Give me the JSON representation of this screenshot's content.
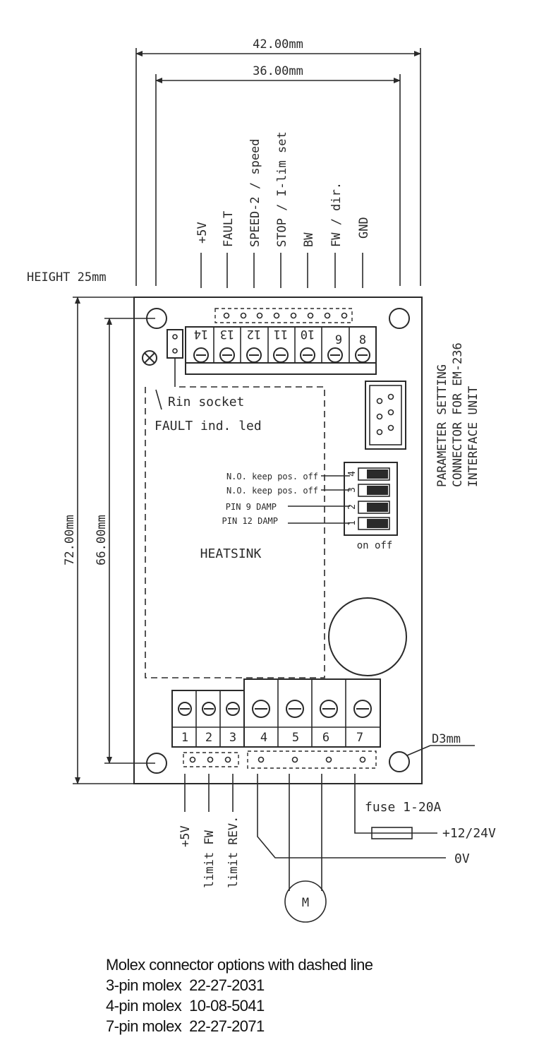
{
  "dimensions": {
    "width_outer": "42.00mm",
    "width_inner": "36.00mm",
    "height_outer": "72.00mm",
    "height_inner": "66.00mm",
    "board_height": "HEIGHT 25mm",
    "hole": "D3mm"
  },
  "top_pins": {
    "numbers": [
      "14",
      "13",
      "12",
      "11",
      "10",
      "9",
      "8"
    ],
    "labels": [
      "+5V",
      "FAULT",
      "SPEED-2 / speed",
      "STOP / I-lim set",
      "BW",
      "FW / dir.",
      "GND"
    ]
  },
  "bottom_pins": {
    "numbers": [
      "1",
      "2",
      "3",
      "4",
      "5",
      "6",
      "7"
    ],
    "labels": [
      "+5V",
      "limit FW",
      "limit REV."
    ]
  },
  "board_labels": {
    "rin": "Rin socket",
    "fault_led": "FAULT ind. led",
    "heatsink": "HEATSINK",
    "param_connector": [
      "PARAMETER SETTING",
      "CONNECTOR FOR EM-236",
      "INTERFACE UNIT"
    ]
  },
  "dip_switch": {
    "numbers": [
      "4",
      "3",
      "2",
      "1"
    ],
    "labels": [
      "N.O. keep pos. off",
      "N.O. keep pos. off",
      "PIN 9 DAMP",
      "PIN 12 DAMP"
    ],
    "state_label": "on off"
  },
  "power": {
    "fuse": "fuse 1-20A",
    "supply": "+12/24V",
    "ground": "0V",
    "motor": "M"
  },
  "notes": [
    "Molex connector options with dashed line",
    "3-pin molex  22-27-2031",
    "4-pin molex  10-08-5041",
    "7-pin molex  22-27-2071"
  ],
  "colors": {
    "ink": "#2a2a2a",
    "paper": "#ffffff"
  }
}
